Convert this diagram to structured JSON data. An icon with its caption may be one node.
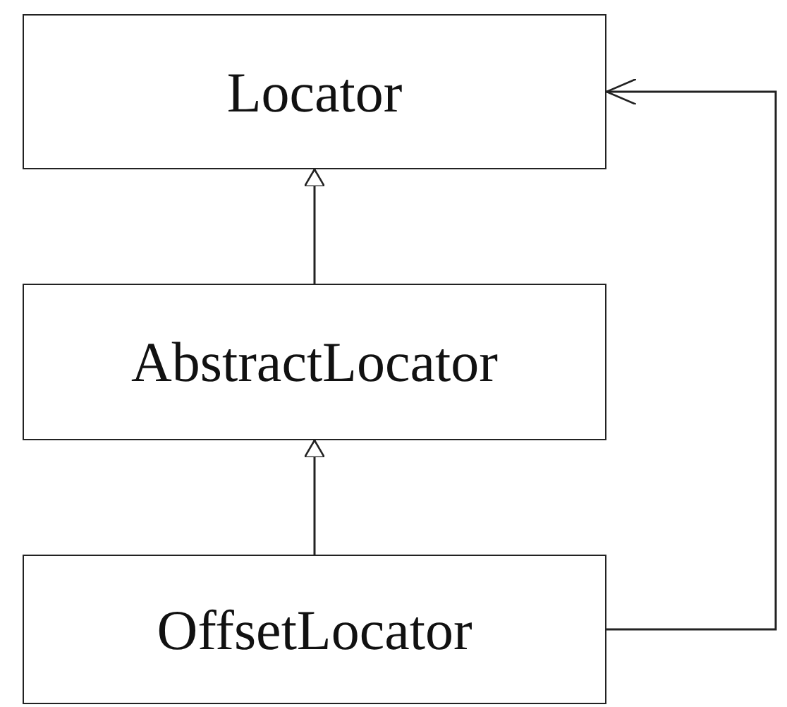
{
  "diagram": {
    "nodes": [
      {
        "text": [
          "Locator"
        ]
      },
      {
        "text": [
          "AbstractLocator"
        ]
      },
      {
        "text": [
          "OffsetLocator"
        ]
      }
    ],
    "edges": [
      {
        "from": 1,
        "to": 0,
        "arrow": "to"
      },
      {
        "from": 2,
        "to": 1,
        "arrow": "to"
      },
      {
        "from": 2,
        "to": 0,
        "arrow": "to"
      }
    ]
  }
}
